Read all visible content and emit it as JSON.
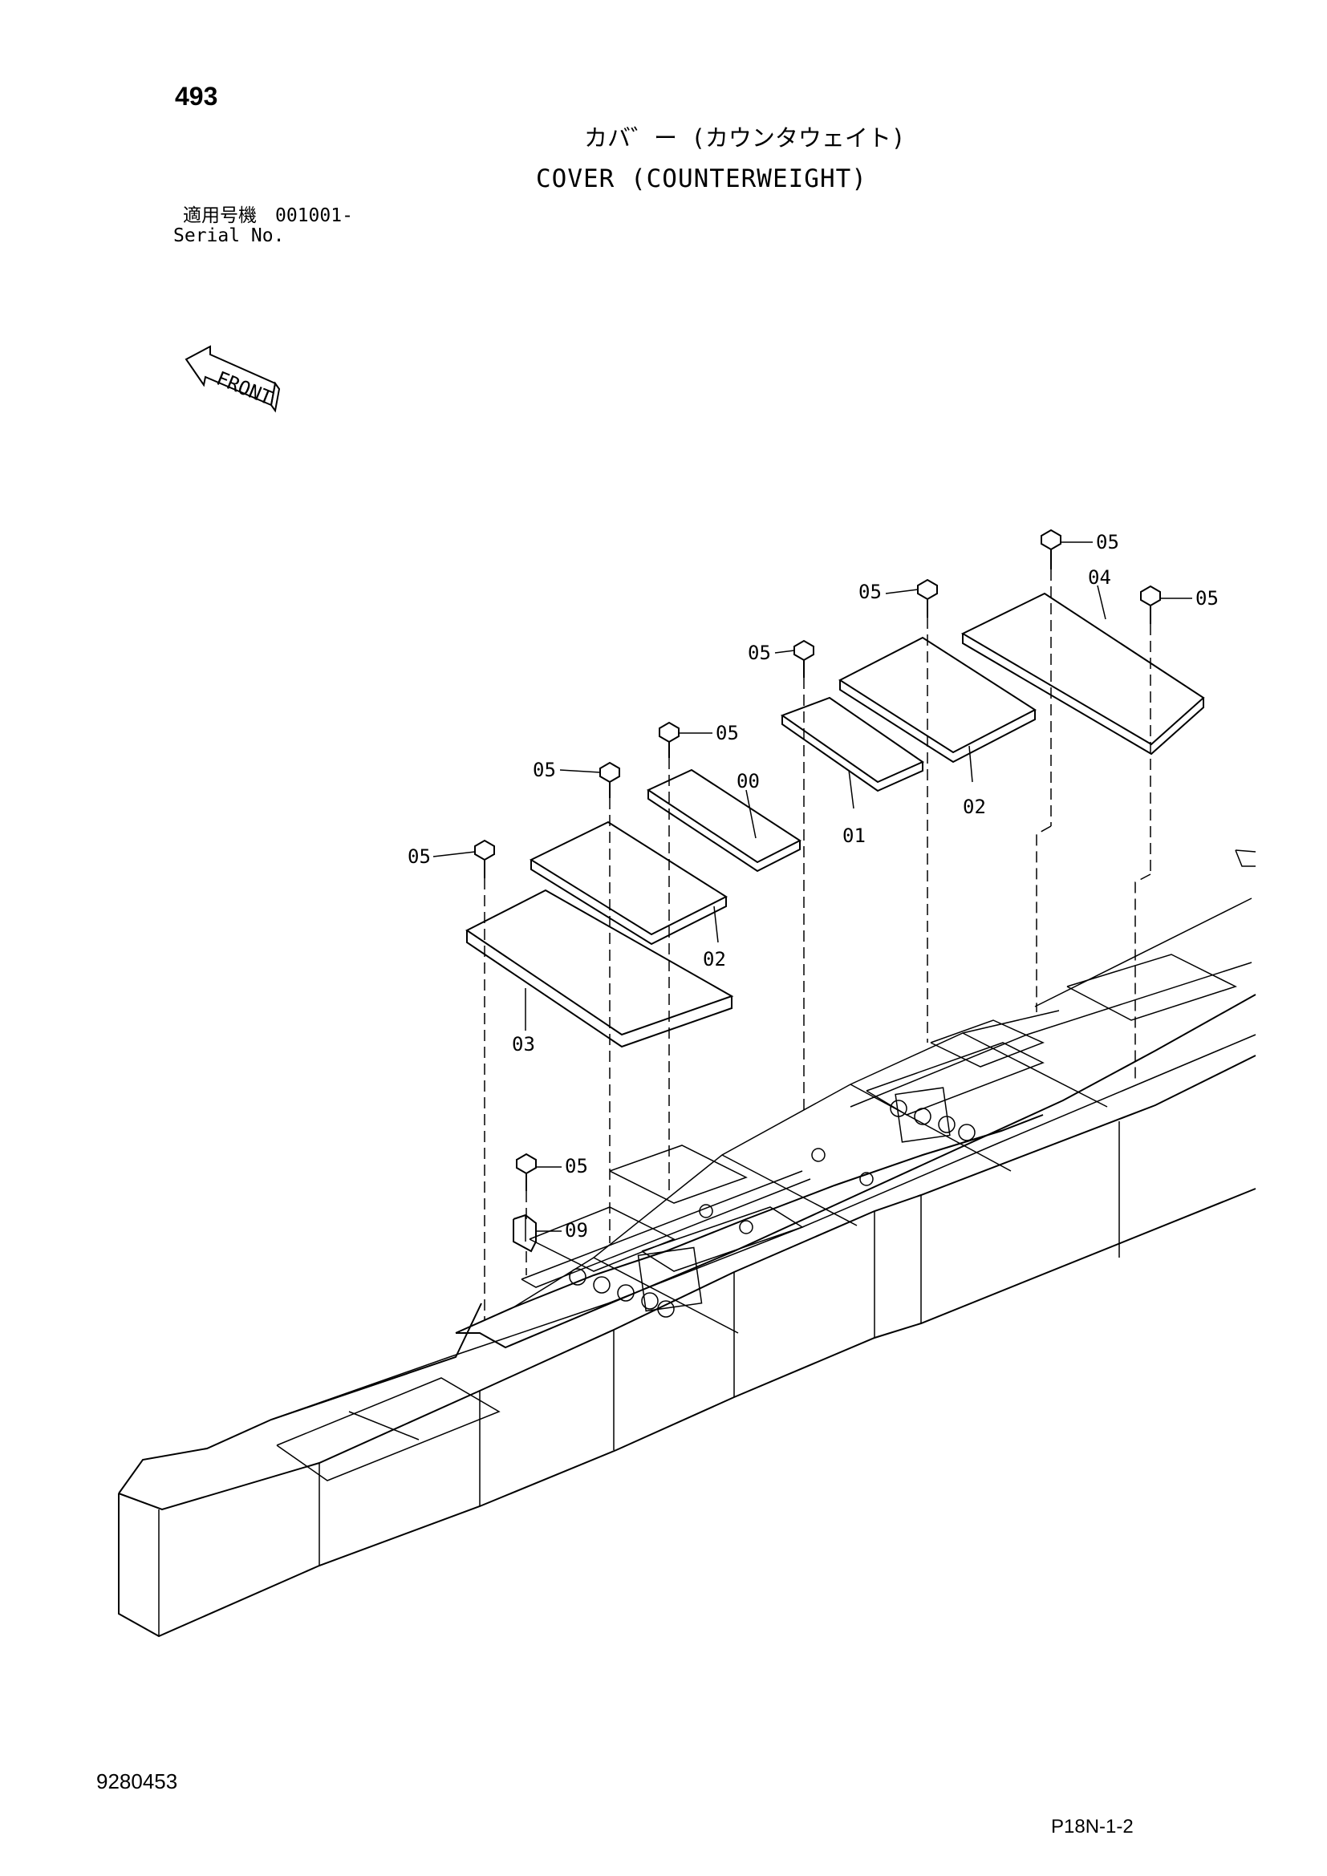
{
  "page_number": "493",
  "title_jp": "カバ゛ー (カウンタウェイト)",
  "title_en": "COVER (COUNTERWEIGHT)",
  "serial_label_jp": "適用号機　001001-",
  "serial_label_en": "Serial No.",
  "front_label": "FRONT",
  "doc_number": "9280453",
  "sheet_code": "P18N-1-2",
  "callouts": {
    "bolt_a": "05",
    "bolt_b": "05",
    "bolt_c": "05",
    "bolt_d": "05",
    "bolt_e": "05",
    "bolt_f": "05",
    "bolt_g": "05",
    "bolt_h": "05",
    "part_00": "00",
    "part_01": "01",
    "part_02_left": "02",
    "part_02_right": "02",
    "part_03": "03",
    "part_04": "04",
    "part_09": "09"
  }
}
